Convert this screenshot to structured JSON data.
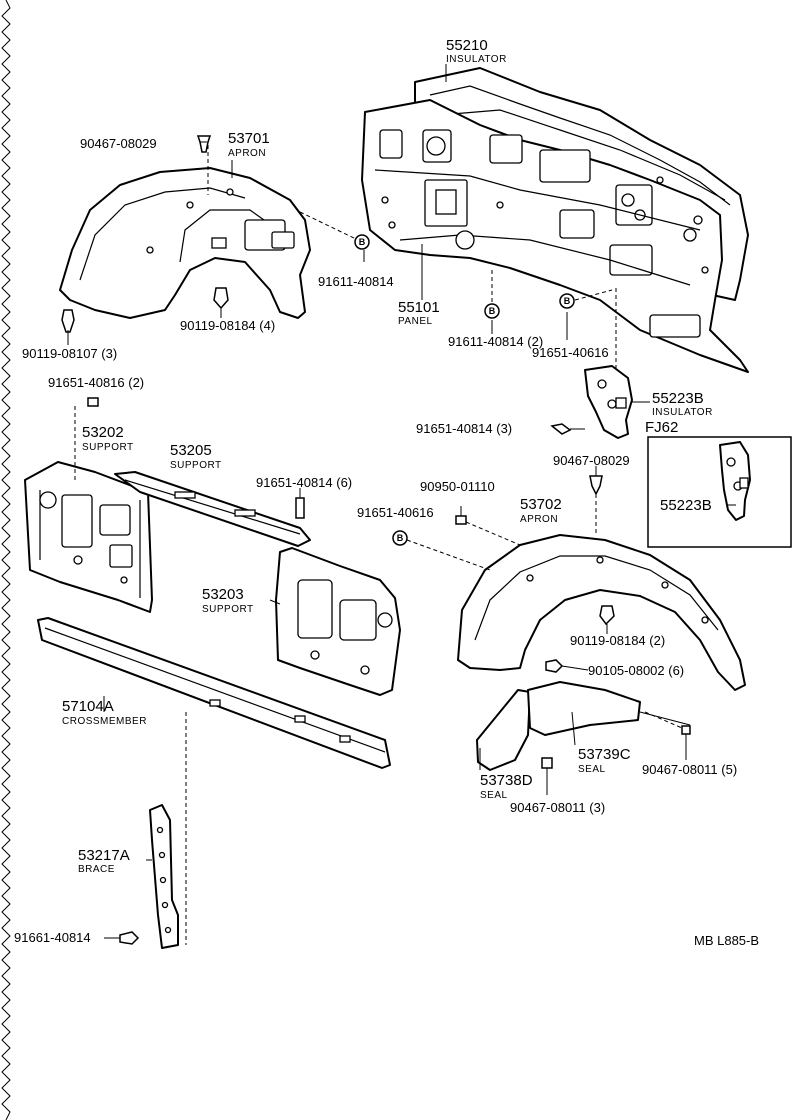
{
  "labels": {
    "insulator_55210": "55210",
    "insulator_55210_name": "INSULATOR",
    "clip_90467_08029_a": "90467-08029",
    "apron_53701": "53701",
    "apron_53701_name": "APRON",
    "bolt_91611_40814_a": "91611-40814",
    "panel_55101": "55101",
    "panel_55101_name": "PANEL",
    "clip_90119_08107": "90119-08107 (3)",
    "clip_90119_08184_4": "90119-08184 (4)",
    "bolt_91611_40814_2": "91611-40814 (2)",
    "bolt_91651_40616_a": "91651-40616",
    "bolt_91651_40816_2": "91651-40816 (2)",
    "insulator_55223b": "55223B",
    "insulator_55223b_name": "INSULATOR",
    "bolt_91651_40814_3": "91651-40814 (3)",
    "support_53202": "53202",
    "support_53202_name": "SUPPORT",
    "support_53205": "53205",
    "support_53205_name": "SUPPORT",
    "bolt_91651_40814_6": "91651-40814 (6)",
    "clip_90467_08029_b": "90467-08029",
    "inset_code": "FJ62",
    "inset_part": "55223B",
    "clip_90950_01110": "90950-01110",
    "bolt_91651_40616_b": "91651-40616",
    "apron_53702": "53702",
    "apron_53702_name": "APRON",
    "support_53203": "53203",
    "support_53203_name": "SUPPORT",
    "clip_90119_08184_2": "90119-08184 (2)",
    "screw_90105_08002": "90105-08002 (6)",
    "crossmember_57104a": "57104A",
    "crossmember_57104a_name": "CROSSMEMBER",
    "seal_53739c": "53739C",
    "seal_53739c_name": "SEAL",
    "clip_90467_08011_5": "90467-08011 (5)",
    "seal_53738d": "53738D",
    "seal_53738d_name": "SEAL",
    "clip_90467_08011_3": "90467-08011 (3)",
    "brace_53217a": "53217A",
    "brace_53217a_name": "BRACE",
    "bolt_91661_40814": "91661-40814",
    "drawing_ref": "MB  L885-B"
  },
  "callouts": {
    "b_marker": "B"
  }
}
